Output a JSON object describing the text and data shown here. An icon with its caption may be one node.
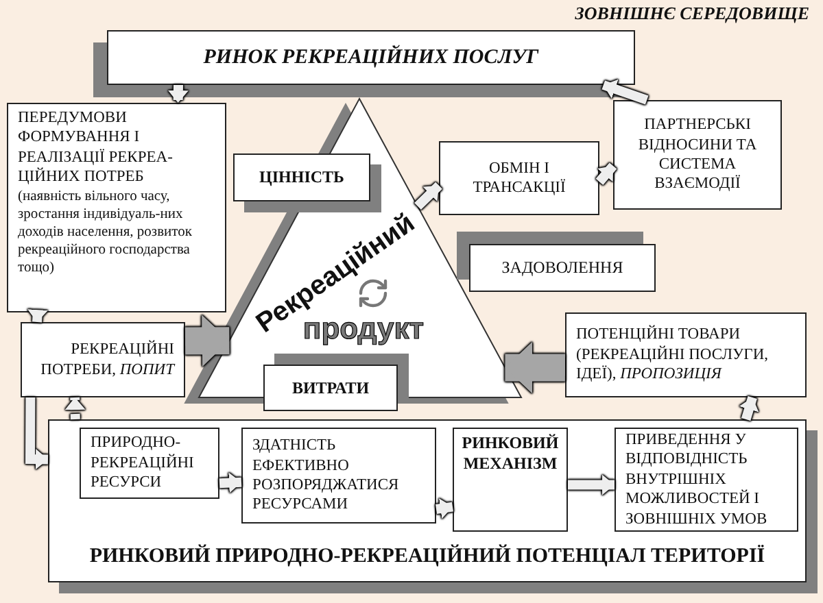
{
  "diagram": {
    "nodes": [
      {
        "text": [
          "РИНОК РЕКРЕАЦІЙНИХ ПОСЛУГ"
        ]
      },
      {
        "text": [
          "ПЕРЕДУМОВИ ФОРМУВАННЯ І РЕАЛІЗАЦІЇ РЕКРЕА-ЦІЙНИХ ПОТРЕБ",
          "(наявність вільного часу, зростання індивідуаль-них доходів населення, розвиток рекреаційного господарства тощо)"
        ]
      },
      {
        "text": [
          "Рекреаційний",
          "продукт"
        ]
      },
      {
        "text": [
          "ЦІННІСТЬ"
        ]
      },
      {
        "text": [
          "ОБМІН І ТРАНСАКЦІЇ"
        ]
      },
      {
        "text": [
          "ПАРТНЕРСЬКІ ВІДНОСИНИ ТА СИСТЕМА ВЗАЄМОДІЇ"
        ]
      },
      {
        "text": [
          "ЗАДОВОЛЕННЯ"
        ]
      },
      {
        "text": [
          "РЕКРЕАЦІЙНІ ПОТРЕБИ, *ПОПИТ*"
        ]
      },
      {
        "text": [
          "ВИТРАТИ"
        ]
      },
      {
        "text": [
          "ПОТЕНЦІЙНІ ТОВАРИ (РЕКРЕАЦІЙНІ ПОСЛУГИ, ІДЕЇ), *ПРОПОЗИЦІЯ*"
        ]
      },
      {
        "text": [
          "РИНКОВИЙ ПРИРОДНО-РЕКРЕАЦІЙНИЙ ПОТЕНЦІАЛ ТЕРИТОРІЇ"
        ]
      },
      {
        "text": [
          "ПРИРОДНО-РЕКРЕАЦІЙНІ РЕСУРСИ"
        ],
        "in": 10
      },
      {
        "text": [
          "ЗДАТНІСТЬ ЕФЕКТИВНО РОЗПОРЯДЖАТИСЯ РЕСУРСАМИ"
        ],
        "in": 10
      },
      {
        "text": [
          "РИНКОВИЙ МЕХАНІЗМ"
        ],
        "in": 10
      },
      {
        "text": [
          "ПРИВЕДЕННЯ У ВІДПОВІДНІСТЬ ВНУТРІШНІХ МОЖЛИВОСТЕЙ І ЗОВНІШНІХ УМОВ"
        ],
        "in": 10
      }
    ],
    "edges": [
      {
        "from": 0,
        "to": 1,
        "arrow": "to",
        "style": "dashed"
      },
      {
        "from": 1,
        "to": 7,
        "arrow": "to"
      },
      {
        "from": 7,
        "to": 2,
        "arrow": "to",
        "style": "thick",
        "color": "#a6a6a6"
      },
      {
        "from": 9,
        "to": 2,
        "arrow": "to",
        "style": "thick",
        "color": "#a6a6a6"
      },
      {
        "from": 7,
        "to": 10,
        "arrow": "to"
      },
      {
        "from": 10,
        "to": 7,
        "arrow": "to",
        "style": "dashed"
      },
      {
        "from": 2,
        "to": 4,
        "arrow": "to"
      },
      {
        "from": 4,
        "to": 5,
        "arrow": "to"
      },
      {
        "from": 5,
        "to": 0,
        "arrow": "to"
      },
      {
        "from": 11,
        "to": 12,
        "arrow": "to"
      },
      {
        "from": 12,
        "to": 13,
        "arrow": "to"
      },
      {
        "from": 13,
        "to": 14,
        "arrow": "to"
      },
      {
        "from": 10,
        "to": 9,
        "arrow": "to"
      }
    ],
    "labels": [
      "ЗОВНІШНЄ СЕРЕДОВИЩЕ"
    ]
  }
}
